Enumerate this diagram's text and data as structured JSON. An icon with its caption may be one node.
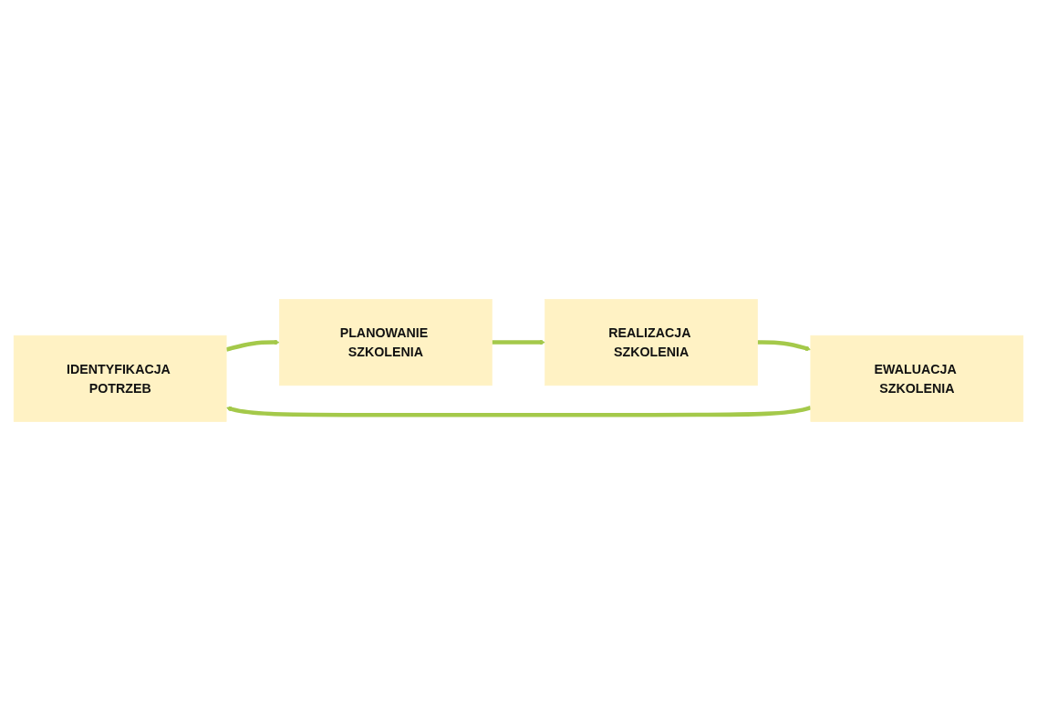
{
  "diagram": {
    "nodes": [
      {
        "text": [
          "IDENTYFIKACJA POTRZEB"
        ]
      },
      {
        "text": [
          "PLANOWANIE SZKOLENIA"
        ]
      },
      {
        "text": [
          "REALIZACJA SZKOLENIA"
        ]
      },
      {
        "text": [
          "EWALUACJA SZKOLENIA"
        ]
      }
    ],
    "edges": [
      {
        "from": 0,
        "to": 1,
        "arrow": "to"
      },
      {
        "from": 1,
        "to": 2,
        "arrow": "to"
      },
      {
        "from": 2,
        "to": 3,
        "arrow": "to"
      },
      {
        "from": 3,
        "to": 0,
        "arrow": "to"
      }
    ]
  }
}
